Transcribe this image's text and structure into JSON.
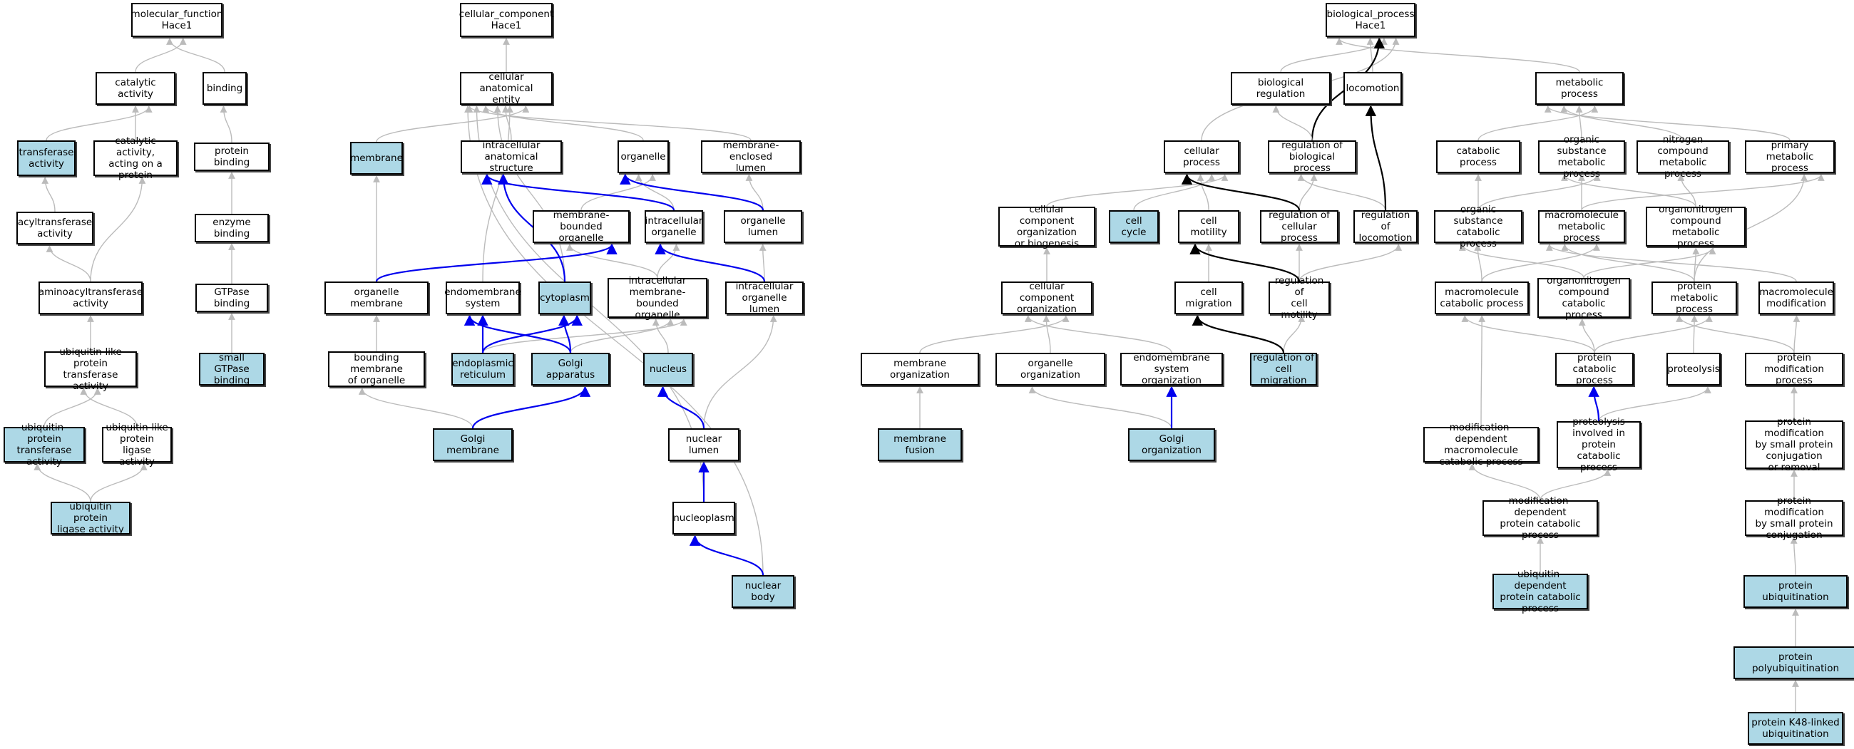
{
  "colors": {
    "highlight": "#add8e6",
    "gray_edge": "#bbbbbb",
    "blue_edge": "#0000ee",
    "black_edge": "#000000"
  },
  "nodes": {
    "mf_root": {
      "label": "molecular_function\nHace1",
      "hl": false
    },
    "catalytic": {
      "label": "catalytic activity",
      "hl": false
    },
    "binding": {
      "label": "binding",
      "hl": false
    },
    "transferase": {
      "label": "transferase\nactivity",
      "hl": true
    },
    "cat_protein": {
      "label": "catalytic activity,\nacting on a\nprotein",
      "hl": false
    },
    "protein_binding": {
      "label": "protein binding",
      "hl": false
    },
    "acyltransferase": {
      "label": "acyltransferase\nactivity",
      "hl": false
    },
    "enzyme_binding": {
      "label": "enzyme binding",
      "hl": false
    },
    "aminoacyl": {
      "label": "aminoacyltransferase\nactivity",
      "hl": false
    },
    "gtpase_binding": {
      "label": "GTPase binding",
      "hl": false
    },
    "ubl_transferase": {
      "label": "ubiquitin-like\nprotein transferase\nactivity",
      "hl": false
    },
    "small_gtpase": {
      "label": "small GTPase\nbinding",
      "hl": true
    },
    "ub_transferase": {
      "label": "ubiquitin-protein\ntransferase\nactivity",
      "hl": true
    },
    "ubl_ligase": {
      "label": "ubiquitin-like\nprotein ligase\nactivity",
      "hl": false
    },
    "ub_ligase": {
      "label": "ubiquitin protein\nligase activity",
      "hl": true
    },
    "cc_root": {
      "label": "cellular_component\nHace1",
      "hl": false
    },
    "cae": {
      "label": "cellular anatomical\nentity",
      "hl": false
    },
    "membrane": {
      "label": "membrane",
      "hl": true
    },
    "ias": {
      "label": "intracellular\nanatomical structure",
      "hl": false
    },
    "organelle": {
      "label": "organelle",
      "hl": false
    },
    "mel": {
      "label": "membrane-enclosed\nlumen",
      "hl": false
    },
    "mbo": {
      "label": "membrane-bounded\norganelle",
      "hl": false
    },
    "io": {
      "label": "intracellular\norganelle",
      "hl": false
    },
    "org_lumen": {
      "label": "organelle lumen",
      "hl": false
    },
    "org_membrane": {
      "label": "organelle membrane",
      "hl": false
    },
    "endomembrane": {
      "label": "endomembrane\nsystem",
      "hl": false
    },
    "cytoplasm": {
      "label": "cytoplasm",
      "hl": true
    },
    "imbo": {
      "label": "intracellular\nmembrane-bounded\norganelle",
      "hl": false
    },
    "iol": {
      "label": "intracellular\norganelle lumen",
      "hl": false
    },
    "bmo": {
      "label": "bounding membrane\nof organelle",
      "hl": false
    },
    "er": {
      "label": "endoplasmic\nreticulum",
      "hl": true
    },
    "golgi": {
      "label": "Golgi apparatus",
      "hl": true
    },
    "nucleus": {
      "label": "nucleus",
      "hl": true
    },
    "golgi_membrane": {
      "label": "Golgi membrane",
      "hl": true
    },
    "nuclear_lumen": {
      "label": "nuclear lumen",
      "hl": false
    },
    "nucleoplasm": {
      "label": "nucleoplasm",
      "hl": false
    },
    "nuclear_body": {
      "label": "nuclear body",
      "hl": true
    },
    "bp_root": {
      "label": "biological_process\nHace1",
      "hl": false
    },
    "bio_reg": {
      "label": "biological regulation",
      "hl": false
    },
    "locomotion": {
      "label": "locomotion",
      "hl": false
    },
    "metabolic": {
      "label": "metabolic process",
      "hl": false
    },
    "cellular_process": {
      "label": "cellular process",
      "hl": false
    },
    "reg_bio": {
      "label": "regulation of\nbiological process",
      "hl": false
    },
    "catabolic": {
      "label": "catabolic process",
      "hl": false
    },
    "org_subst_met": {
      "label": "organic substance\nmetabolic process",
      "hl": false
    },
    "nitrogen_met": {
      "label": "nitrogen compound\nmetabolic process",
      "hl": false
    },
    "primary_met": {
      "label": "primary metabolic\nprocess",
      "hl": false
    },
    "ccob": {
      "label": "cellular component\norganization\nor biogenesis",
      "hl": false
    },
    "cell_cycle": {
      "label": "cell cycle",
      "hl": true
    },
    "cell_motility": {
      "label": "cell motility",
      "hl": false
    },
    "reg_cellular": {
      "label": "regulation of\ncellular process",
      "hl": false
    },
    "reg_loco": {
      "label": "regulation of\nlocomotion",
      "hl": false
    },
    "org_subst_cat": {
      "label": "organic substance\ncatabolic process",
      "hl": false
    },
    "macromol_met": {
      "label": "macromolecule\nmetabolic process",
      "hl": false
    },
    "orgN_met": {
      "label": "organonitrogen\ncompound metabolic\nprocess",
      "hl": false
    },
    "cco": {
      "label": "cellular component\norganization",
      "hl": false
    },
    "cell_migration": {
      "label": "cell migration",
      "hl": false
    },
    "reg_motility": {
      "label": "regulation of\ncell motility",
      "hl": false
    },
    "macromol_cat": {
      "label": "macromolecule\ncatabolic process",
      "hl": false
    },
    "orgN_cat": {
      "label": "organonitrogen\ncompound catabolic\nprocess",
      "hl": false
    },
    "protein_met": {
      "label": "protein metabolic\nprocess",
      "hl": false
    },
    "macromol_mod": {
      "label": "macromolecule\nmodification",
      "hl": false
    },
    "membrane_org": {
      "label": "membrane organization",
      "hl": false
    },
    "organelle_org": {
      "label": "organelle organization",
      "hl": false
    },
    "endomem_org": {
      "label": "endomembrane\nsystem organization",
      "hl": false
    },
    "reg_migration": {
      "label": "regulation of\ncell migration",
      "hl": true
    },
    "protein_cat": {
      "label": "protein catabolic\nprocess",
      "hl": false
    },
    "proteolysis": {
      "label": "proteolysis",
      "hl": false
    },
    "protein_mod": {
      "label": "protein modification\nprocess",
      "hl": false
    },
    "membrane_fusion": {
      "label": "membrane fusion",
      "hl": true
    },
    "golgi_org": {
      "label": "Golgi organization",
      "hl": true
    },
    "mod_dep_macro": {
      "label": "modification-dependent\nmacromolecule\ncatabolic process",
      "hl": false
    },
    "proteolysis_cat": {
      "label": "proteolysis\ninvolved in\nprotein catabolic\nprocess",
      "hl": false
    },
    "pm_small": {
      "label": "protein modification\nby small protein\nconjugation\nor removal",
      "hl": false
    },
    "mod_dep_prot": {
      "label": "modification-dependent\nprotein catabolic\nprocess",
      "hl": false
    },
    "pm_small_conj": {
      "label": "protein modification\nby small protein\nconjugation",
      "hl": false
    },
    "ub_dep_cat": {
      "label": "ubiquitin-dependent\nprotein catabolic\nprocess",
      "hl": true
    },
    "protein_ub": {
      "label": "protein ubiquitination",
      "hl": true
    },
    "protein_polyub": {
      "label": "protein polyubiquitination",
      "hl": true
    },
    "k48": {
      "label": "protein K48-linked\nubiquitination",
      "hl": true
    }
  },
  "edges": [
    [
      "catalytic",
      "mf_root",
      "gray"
    ],
    [
      "binding",
      "mf_root",
      "gray"
    ],
    [
      "transferase",
      "catalytic",
      "gray"
    ],
    [
      "cat_protein",
      "catalytic",
      "gray"
    ],
    [
      "protein_binding",
      "binding",
      "gray"
    ],
    [
      "acyltransferase",
      "transferase",
      "gray"
    ],
    [
      "enzyme_binding",
      "protein_binding",
      "gray"
    ],
    [
      "aminoacyl",
      "acyltransferase",
      "gray"
    ],
    [
      "aminoacyl",
      "cat_protein",
      "gray"
    ],
    [
      "gtpase_binding",
      "enzyme_binding",
      "gray"
    ],
    [
      "ubl_transferase",
      "aminoacyl",
      "gray"
    ],
    [
      "small_gtpase",
      "gtpase_binding",
      "gray"
    ],
    [
      "ub_transferase",
      "ubl_transferase",
      "gray"
    ],
    [
      "ubl_ligase",
      "ubl_transferase",
      "gray"
    ],
    [
      "ub_ligase",
      "ub_transferase",
      "gray"
    ],
    [
      "ub_ligase",
      "ubl_ligase",
      "gray"
    ],
    [
      "cae",
      "cc_root",
      "gray"
    ],
    [
      "membrane",
      "cae",
      "gray"
    ],
    [
      "ias",
      "cae",
      "gray"
    ],
    [
      "organelle",
      "cae",
      "gray"
    ],
    [
      "mel",
      "cae",
      "gray"
    ],
    [
      "endomembrane",
      "cae",
      "gray"
    ],
    [
      "cytoplasm",
      "cae",
      "gray"
    ],
    [
      "nucleoplasm",
      "cae",
      "gray"
    ],
    [
      "nuclear_body",
      "cae",
      "gray"
    ],
    [
      "mbo",
      "organelle",
      "gray"
    ],
    [
      "io",
      "organelle",
      "gray"
    ],
    [
      "org_lumen",
      "mel",
      "gray"
    ],
    [
      "org_membrane",
      "membrane",
      "gray"
    ],
    [
      "imbo",
      "mbo",
      "gray"
    ],
    [
      "imbo",
      "io",
      "gray"
    ],
    [
      "iol",
      "org_lumen",
      "gray"
    ],
    [
      "bmo",
      "org_membrane",
      "gray"
    ],
    [
      "er",
      "imbo",
      "gray"
    ],
    [
      "golgi",
      "imbo",
      "gray"
    ],
    [
      "nucleus",
      "imbo",
      "gray"
    ],
    [
      "golgi_membrane",
      "bmo",
      "gray"
    ],
    [
      "nuclear_lumen",
      "iol",
      "gray"
    ],
    [
      "io",
      "ias",
      "blue"
    ],
    [
      "org_lumen",
      "organelle",
      "blue"
    ],
    [
      "org_membrane",
      "mbo",
      "blue"
    ],
    [
      "cytoplasm",
      "ias",
      "blue"
    ],
    [
      "iol",
      "io",
      "blue"
    ],
    [
      "er",
      "endomembrane",
      "blue"
    ],
    [
      "er",
      "cytoplasm",
      "blue"
    ],
    [
      "golgi",
      "endomembrane",
      "blue"
    ],
    [
      "golgi",
      "cytoplasm",
      "blue"
    ],
    [
      "golgi_membrane",
      "golgi",
      "blue"
    ],
    [
      "nuclear_lumen",
      "nucleus",
      "blue"
    ],
    [
      "nucleoplasm",
      "nuclear_lumen",
      "blue"
    ],
    [
      "nuclear_body",
      "nucleoplasm",
      "blue"
    ],
    [
      "bio_reg",
      "bp_root",
      "gray"
    ],
    [
      "locomotion",
      "bp_root",
      "gray"
    ],
    [
      "metabolic",
      "bp_root",
      "gray"
    ],
    [
      "cellular_process",
      "bp_root",
      "gray"
    ],
    [
      "reg_bio",
      "bp_root",
      "black"
    ],
    [
      "reg_bio",
      "bio_reg",
      "gray"
    ],
    [
      "catabolic",
      "metabolic",
      "gray"
    ],
    [
      "org_subst_met",
      "metabolic",
      "gray"
    ],
    [
      "nitrogen_met",
      "metabolic",
      "gray"
    ],
    [
      "primary_met",
      "metabolic",
      "gray"
    ],
    [
      "ccob",
      "cellular_process",
      "gray"
    ],
    [
      "cell_cycle",
      "cellular_process",
      "gray"
    ],
    [
      "cell_motility",
      "cellular_process",
      "gray"
    ],
    [
      "reg_cellular",
      "reg_bio",
      "gray"
    ],
    [
      "reg_loco",
      "reg_bio",
      "gray"
    ],
    [
      "reg_loco",
      "locomotion",
      "black"
    ],
    [
      "reg_cellular",
      "cellular_process",
      "black"
    ],
    [
      "org_subst_cat",
      "catabolic",
      "gray"
    ],
    [
      "org_subst_cat",
      "org_subst_met",
      "gray"
    ],
    [
      "macromol_met",
      "org_subst_met",
      "gray"
    ],
    [
      "orgN_met",
      "org_subst_met",
      "gray"
    ],
    [
      "orgN_met",
      "nitrogen_met",
      "gray"
    ],
    [
      "macromol_met",
      "primary_met",
      "gray"
    ],
    [
      "cco",
      "ccob",
      "gray"
    ],
    [
      "cell_migration",
      "cell_motility",
      "gray"
    ],
    [
      "reg_motility",
      "reg_cellular",
      "gray"
    ],
    [
      "reg_motility",
      "reg_loco",
      "gray"
    ],
    [
      "reg_motility",
      "cell_motility",
      "black"
    ],
    [
      "macromol_cat",
      "org_subst_cat",
      "gray"
    ],
    [
      "macromol_cat",
      "macromol_met",
      "gray"
    ],
    [
      "orgN_cat",
      "org_subst_cat",
      "gray"
    ],
    [
      "orgN_cat",
      "orgN_met",
      "gray"
    ],
    [
      "protein_met",
      "macromol_met",
      "gray"
    ],
    [
      "protein_met",
      "orgN_met",
      "gray"
    ],
    [
      "protein_met",
      "primary_met",
      "gray"
    ],
    [
      "macromol_mod",
      "macromol_met",
      "gray"
    ],
    [
      "membrane_org",
      "cco",
      "gray"
    ],
    [
      "organelle_org",
      "cco",
      "gray"
    ],
    [
      "endomem_org",
      "cco",
      "gray"
    ],
    [
      "reg_migration",
      "reg_motility",
      "gray"
    ],
    [
      "reg_migration",
      "cell_migration",
      "black"
    ],
    [
      "protein_cat",
      "macromol_cat",
      "gray"
    ],
    [
      "protein_cat",
      "orgN_cat",
      "gray"
    ],
    [
      "protein_cat",
      "protein_met",
      "gray"
    ],
    [
      "proteolysis",
      "protein_met",
      "gray"
    ],
    [
      "protein_mod",
      "protein_met",
      "gray"
    ],
    [
      "protein_mod",
      "macromol_mod",
      "gray"
    ],
    [
      "membrane_fusion",
      "membrane_org",
      "gray"
    ],
    [
      "golgi_org",
      "organelle_org",
      "gray"
    ],
    [
      "golgi_org",
      "endomem_org",
      "blue"
    ],
    [
      "mod_dep_macro",
      "macromol_cat",
      "gray"
    ],
    [
      "proteolysis_cat",
      "proteolysis",
      "gray"
    ],
    [
      "proteolysis_cat",
      "protein_cat",
      "blue"
    ],
    [
      "pm_small",
      "protein_mod",
      "gray"
    ],
    [
      "mod_dep_prot",
      "mod_dep_macro",
      "gray"
    ],
    [
      "mod_dep_prot",
      "proteolysis_cat",
      "gray"
    ],
    [
      "pm_small_conj",
      "pm_small",
      "gray"
    ],
    [
      "ub_dep_cat",
      "mod_dep_prot",
      "gray"
    ],
    [
      "protein_ub",
      "pm_small_conj",
      "gray"
    ],
    [
      "protein_polyub",
      "protein_ub",
      "gray"
    ],
    [
      "k48",
      "protein_polyub",
      "gray"
    ]
  ]
}
